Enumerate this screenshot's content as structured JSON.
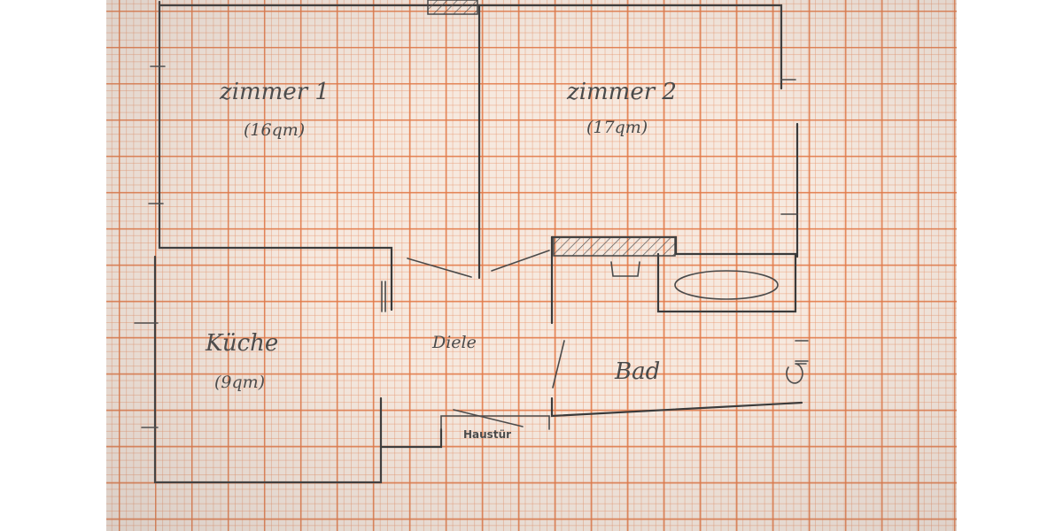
{
  "rooms": {
    "zimmer1": {
      "name": "zimmer 1",
      "area": "(16qm)"
    },
    "zimmer2": {
      "name": "zimmer 2",
      "area": "(17qm)"
    },
    "kueche": {
      "name": "Küche",
      "area": "(9qm)"
    },
    "diele": {
      "name": "Diele"
    },
    "bad": {
      "name": "Bad"
    }
  },
  "door_label": "Haustür",
  "colors": {
    "paper": "#f6e9df",
    "grid": "#e27846",
    "pencil": "#3a3a3a"
  }
}
